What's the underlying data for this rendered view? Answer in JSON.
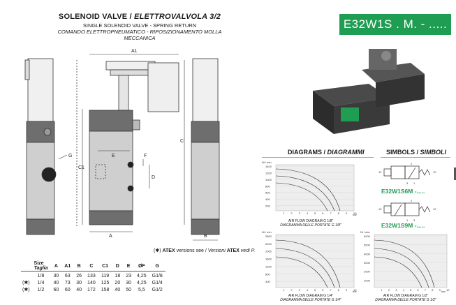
{
  "header": {
    "title_main": "SOLENOID VALVE / ",
    "title_italic": "ELETTROVALVOLA 3/2",
    "subtitle_en": "SINGLE SOLENOID VALVE - SPRING RETURN",
    "subtitle_it": "COMANDO ELETTROPNEUMATICO - RIPOSIZIONAMENTO MOLLA MECCANICA",
    "code": "E32W1S . M. -  ....."
  },
  "drawing_labels": {
    "A1": "A1",
    "C1": "C1",
    "C": "C",
    "G": "G",
    "E": "E",
    "F": "F",
    "D": "D",
    "A": "A",
    "B": "B"
  },
  "sections": {
    "diagrams": "DIAGRAMS / ",
    "diagrams_it": "DIAGRAMMI",
    "symbols": "SIMBOLS / ",
    "symbols_it": "SIMBOLI"
  },
  "symbols": {
    "code1": "E32W1S6M -.....",
    "code2": "E32W1S9M -.....",
    "port_12": "12",
    "port_10": "10",
    "port_1": "1",
    "port_2": "2",
    "port_3": "3"
  },
  "charts": [
    {
      "unit": "Nl / min",
      "yticks": [
        "1400",
        "1200",
        "1000",
        "800",
        "600",
        "400",
        "200"
      ],
      "xticks": [
        "1",
        "2",
        "3",
        "4",
        "5",
        "6",
        "7",
        "8",
        "9",
        "10"
      ],
      "xunit": "bar",
      "caption_en": "AIR FLOW DIAGRAM G 1/8\"",
      "caption_it": "DIAGRAMMA DELLE PORTATE G 1/8\""
    },
    {
      "unit": "Nl / min",
      "yticks": [
        "2800",
        "2400",
        "2000",
        "1600",
        "1200",
        "800",
        "400"
      ],
      "xticks": [
        "1",
        "2",
        "3",
        "4",
        "5",
        "6",
        "7",
        "8",
        "9",
        "10"
      ],
      "xunit": "bar",
      "caption_en": "AIR FLOW DIAGRAM G 1/4\"",
      "caption_it": "DIAGRAMMA DELLE PORTATE G 1/4\""
    },
    {
      "unit": "Nl / min",
      "yticks": [
        "6000",
        "5000",
        "4000",
        "3000",
        "2000",
        "1000"
      ],
      "xticks": [
        "1",
        "2",
        "3",
        "4",
        "5",
        "6",
        "7",
        "8",
        "9",
        "10"
      ],
      "xunit": "bar",
      "caption_en": "AIR FLOW DIAGRAM G 1/2\"",
      "caption_it": "DIAGRAMMA DELLE PORTATE G 1/2\""
    }
  ],
  "note": {
    "mark": "(✱)",
    "bold1": "ATEX",
    "text1": " versions see / ",
    "text2": "Versioni ",
    "bold2": "ATEX",
    "text3": " vedi  P."
  },
  "table": {
    "size_label": "Size",
    "taglia_label": "Taglia",
    "columns": [
      "A",
      "A1",
      "B",
      "C",
      "C1",
      "D",
      "E",
      "ØF",
      "G"
    ],
    "rows": [
      {
        "mark": "",
        "size": "1/8",
        "values": [
          "30",
          "63",
          "26",
          "133",
          "119",
          "18",
          "23",
          "4,25",
          "G1/8"
        ]
      },
      {
        "mark": "(✱)",
        "size": "1/4",
        "values": [
          "40",
          "73",
          "30",
          "140",
          "125",
          "20",
          "30",
          "4,25",
          "G1/4"
        ]
      },
      {
        "mark": "(✱)",
        "size": "1/2",
        "values": [
          "60",
          "60",
          "40",
          "172",
          "158",
          "40",
          "50",
          "5,5",
          "G1/2"
        ]
      }
    ]
  }
}
